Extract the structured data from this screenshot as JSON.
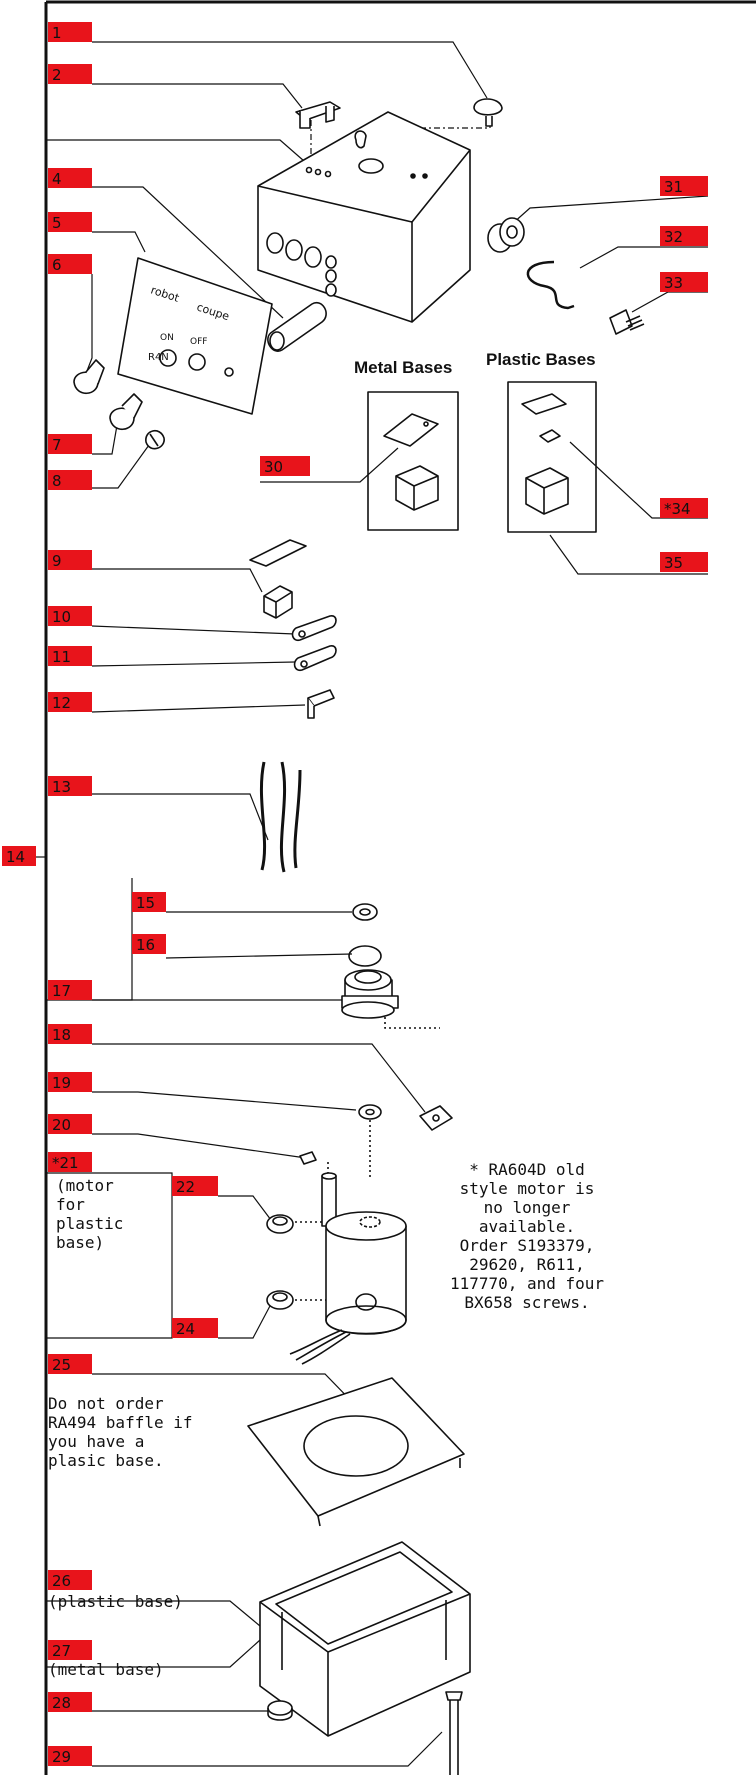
{
  "diagram": {
    "section_titles": {
      "metal": "Metal Bases",
      "plastic": "Plastic Bases"
    },
    "callouts": [
      {
        "id": "c1",
        "text": "1"
      },
      {
        "id": "c2",
        "text": "2"
      },
      {
        "id": "c4",
        "text": "4"
      },
      {
        "id": "c5",
        "text": "5"
      },
      {
        "id": "c6",
        "text": "6"
      },
      {
        "id": "c7",
        "text": "7"
      },
      {
        "id": "c8",
        "text": "8"
      },
      {
        "id": "c9",
        "text": "9"
      },
      {
        "id": "c10",
        "text": "10"
      },
      {
        "id": "c11",
        "text": "11"
      },
      {
        "id": "c12",
        "text": "12"
      },
      {
        "id": "c13",
        "text": "13"
      },
      {
        "id": "c14",
        "text": "14"
      },
      {
        "id": "c15",
        "text": "15"
      },
      {
        "id": "c16",
        "text": "16"
      },
      {
        "id": "c17",
        "text": "17"
      },
      {
        "id": "c18",
        "text": "18"
      },
      {
        "id": "c19",
        "text": "19"
      },
      {
        "id": "c20",
        "text": "20"
      },
      {
        "id": "c21",
        "text": "*21"
      },
      {
        "id": "c22",
        "text": "22"
      },
      {
        "id": "c24",
        "text": "24"
      },
      {
        "id": "c25",
        "text": "25"
      },
      {
        "id": "c26",
        "text": "26"
      },
      {
        "id": "c27",
        "text": "27"
      },
      {
        "id": "c28",
        "text": "28"
      },
      {
        "id": "c29",
        "text": "29"
      },
      {
        "id": "c30",
        "text": "30"
      },
      {
        "id": "c31",
        "text": "31"
      },
      {
        "id": "c32",
        "text": "32"
      },
      {
        "id": "c33",
        "text": "33"
      },
      {
        "id": "c34",
        "text": "*34"
      },
      {
        "id": "c35",
        "text": "35"
      }
    ],
    "notes": {
      "motor_for_plastic": "(motor\nfor\nplastic\nbase)",
      "old_motor": "* RA604D old\nstyle motor is\nno longer\navailable.\nOrder S193379,\n29620, R611,\n117770, and four\nBX658 screws.",
      "baffle": "Do not order\nRA494 baffle if\nyou have a\nplasic base.",
      "plastic_base": "(plastic base)",
      "metal_base": "(metal base)"
    },
    "panel_text": {
      "brand_left": "robot",
      "brand_right": "coupe",
      "on": "ON",
      "off": "OFF",
      "model": "R4N"
    },
    "colors": {
      "callout_fill": "#e8141b",
      "line": "#111111"
    }
  }
}
